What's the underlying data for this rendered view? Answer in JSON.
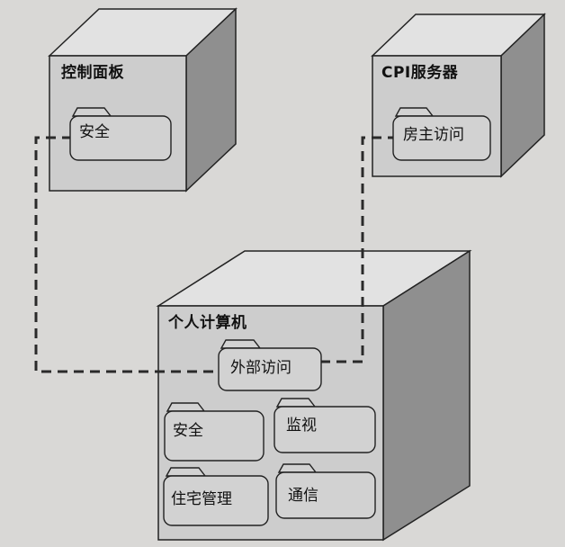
{
  "nodes": {
    "control_panel": {
      "title": "控制面板",
      "folders": [
        "安全"
      ]
    },
    "cpi_server": {
      "title": "CPI服务器",
      "folders": [
        "房主访问"
      ]
    },
    "personal_computer": {
      "title": "个人计算机",
      "folders": [
        "外部访问",
        "安全",
        "监视",
        "住宅管理",
        "通信"
      ]
    }
  },
  "colors": {
    "background": "#d9d8d6",
    "cube_front": "#cdcdcd",
    "cube_top": "#e2e2e2",
    "cube_side": "#8f8f8f",
    "folder_fill": "#d2d2d2",
    "outline": "#222222"
  }
}
